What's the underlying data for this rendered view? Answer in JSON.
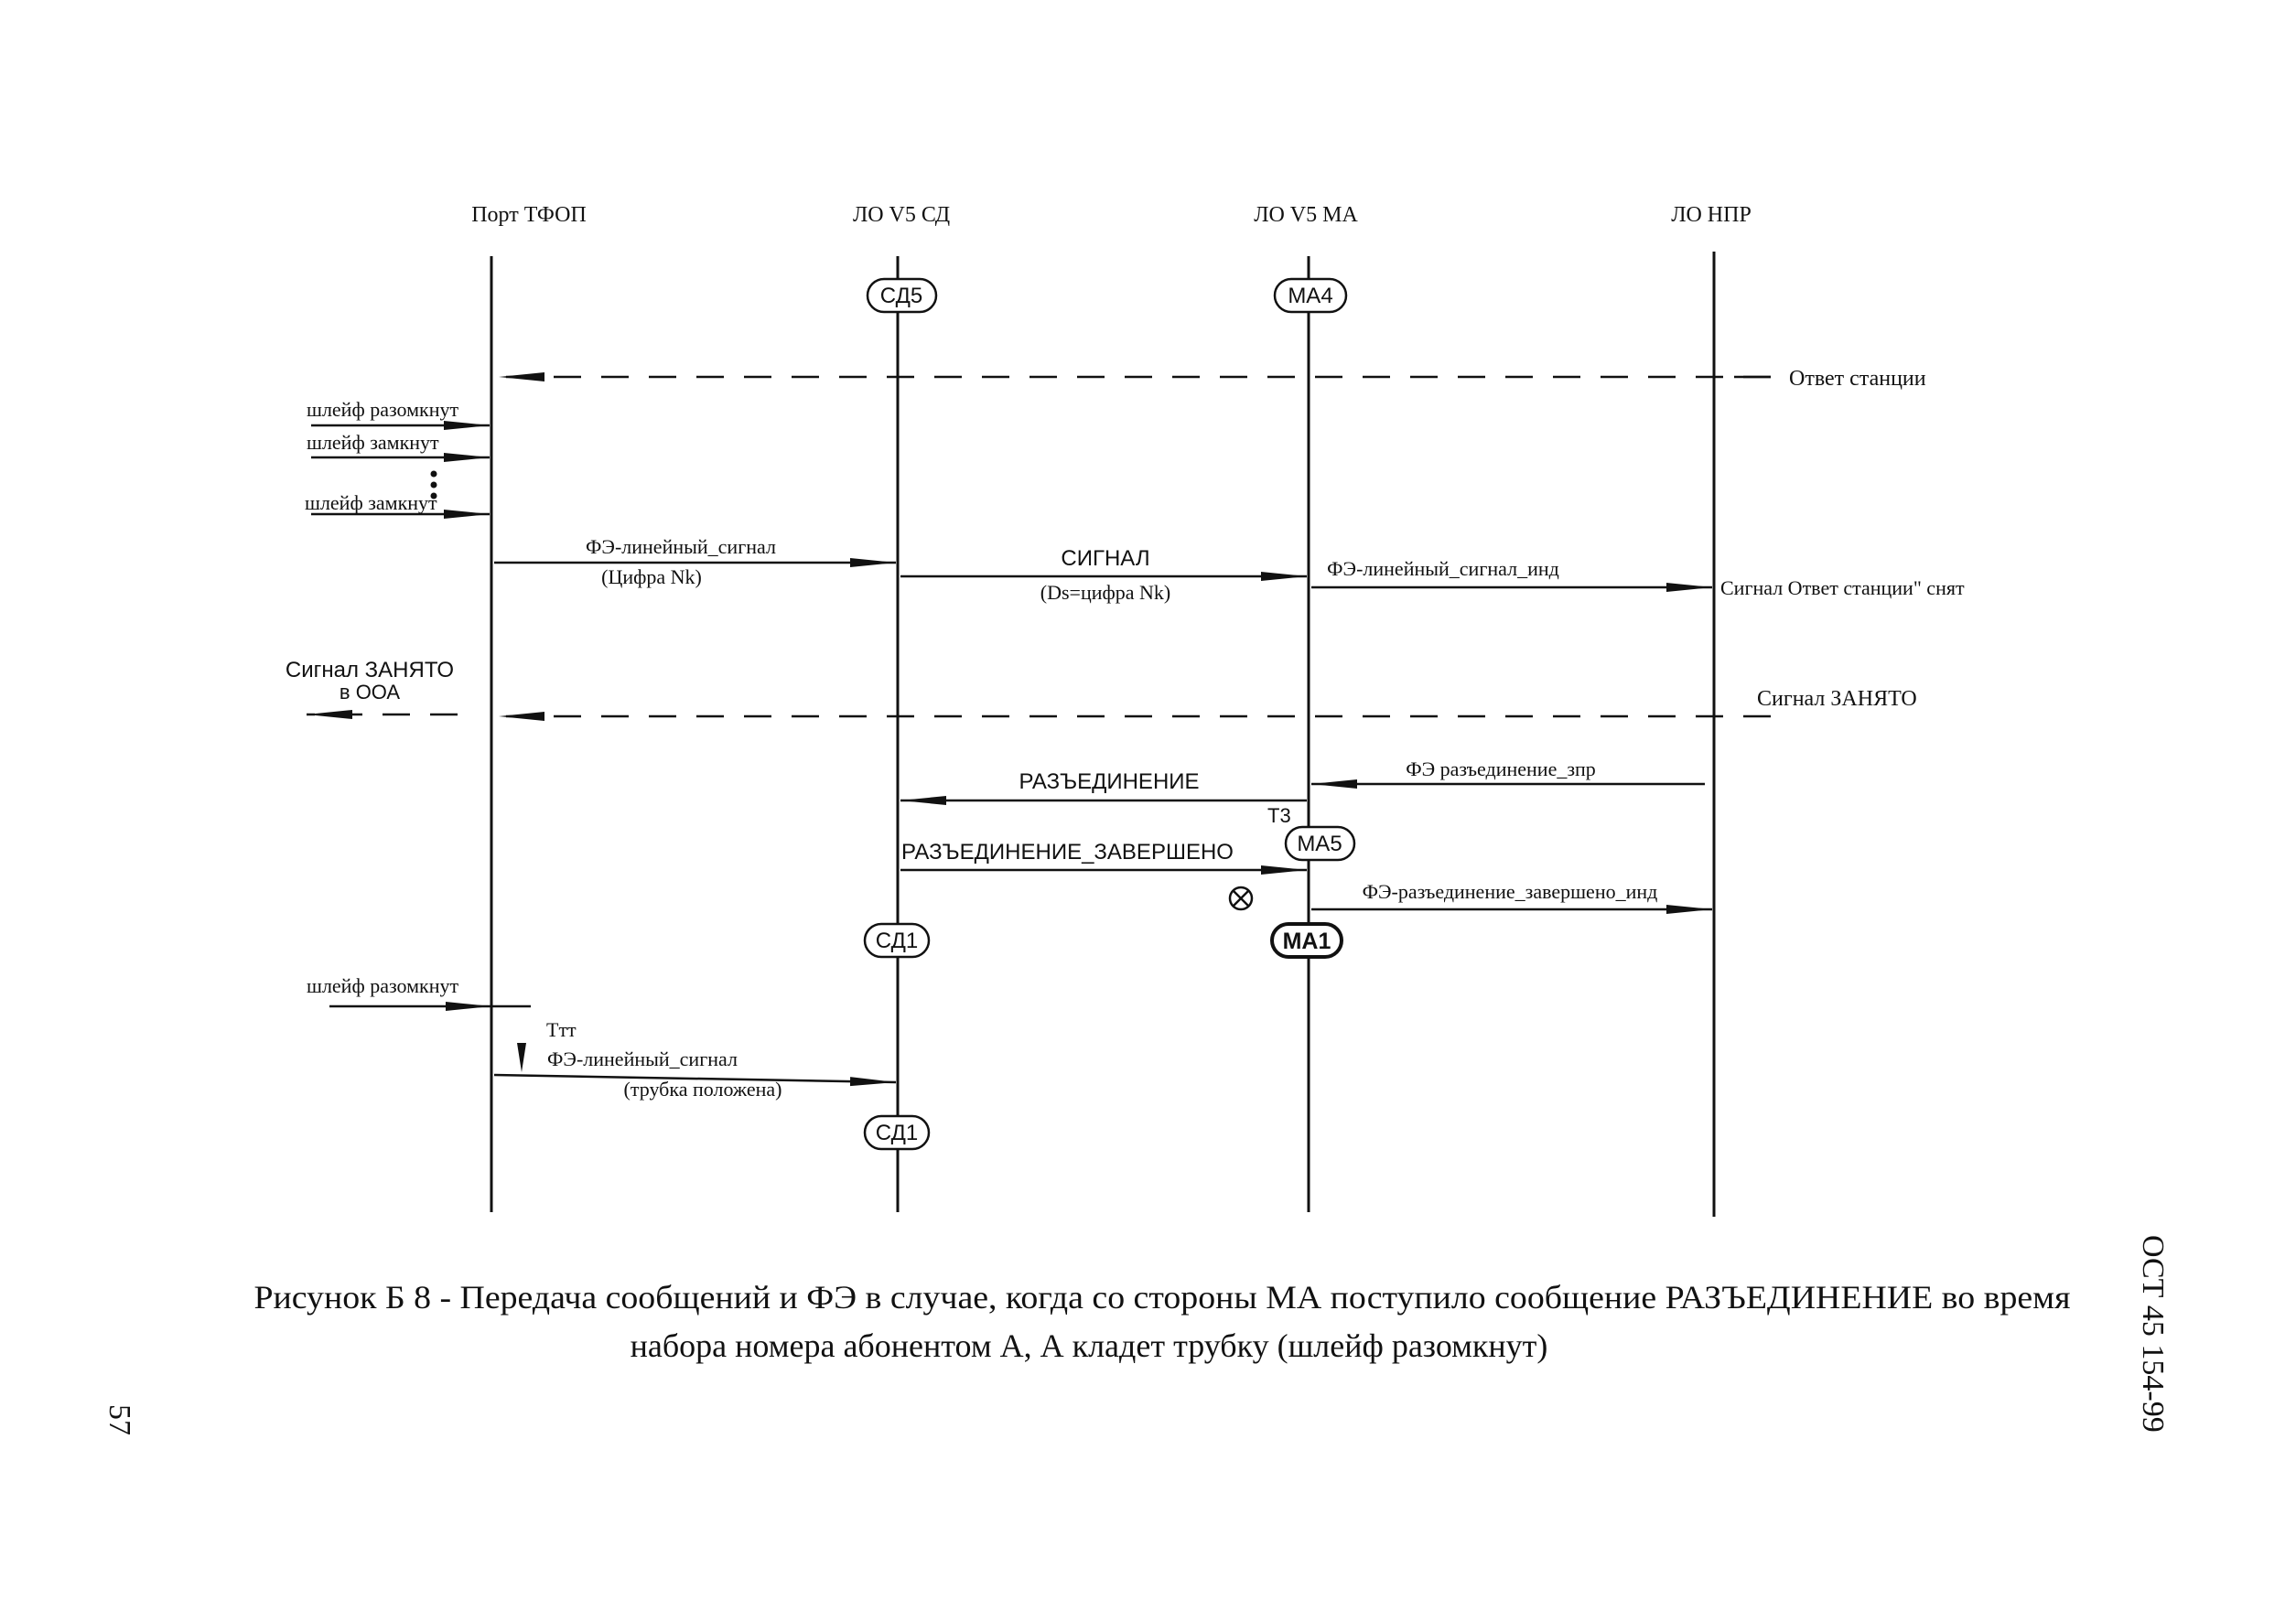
{
  "lanes": {
    "tfop": "Порт ТФОП",
    "sd": "ЛО V5 СД",
    "ma": "ЛО V5 МА",
    "npr": "ЛО НПР"
  },
  "states": {
    "sd5": "СД5",
    "ma4": "МА4",
    "ma5": "МА5",
    "sd1_a": "СД1",
    "ma1": "МА1",
    "sd1_b": "СД1"
  },
  "messages": {
    "otvet_stancii": "Ответ станции",
    "shleif_razomknut_1": "шлейф разомкнут",
    "shleif_zamknut_1": "шлейф замкнут",
    "shleif_zamknut_2": "шлейф замкнут",
    "fe_lin_signal_1": "ФЭ-линейный_сигнал",
    "fe_lin_signal_1_param": "(Цифра Nk)",
    "signal": "СИГНАЛ",
    "signal_param": "(Ds=цифра Nk)",
    "fe_lin_signal_ind": "ФЭ-линейный_сигнал_инд",
    "signal_otvet_snyat": "Сигнал  Ответ станции\"   снят",
    "signal_zanyato_ooa_1": "Сигнал ЗАНЯТО",
    "signal_zanyato_ooa_2": "в ООА",
    "signal_zanyato": "Сигнал ЗАНЯТО",
    "fe_razed_zpr": "ФЭ разъединение_зпр",
    "razedinenie": "РАЗЪЕДИНЕНИЕ",
    "t3": "Т3",
    "razedinenie_zaversheno": "РАЗЪЕДИНЕНИЕ_ЗАВЕРШЕНО",
    "fe_razed_zav_ind": "ФЭ-разъединение_завершено_инд",
    "shleif_razomknut_2": "шлейф разомкнут",
    "ttt": "Ттт",
    "fe_lin_signal_2": "ФЭ-линейный_сигнал",
    "fe_lin_signal_2_param": "(трубка положена)"
  },
  "caption": {
    "line1": "Рисунок Б 8 - Передача сообщений и ФЭ в случае, когда со стороны МА поступило сообщение  РАЗЪЕДИНЕНИЕ во время",
    "line2": "набора номера абонентом А, А кладет трубку (шлейф разомкнут)"
  },
  "side_code": "ОСТ 45 154-99",
  "page_number": "57"
}
